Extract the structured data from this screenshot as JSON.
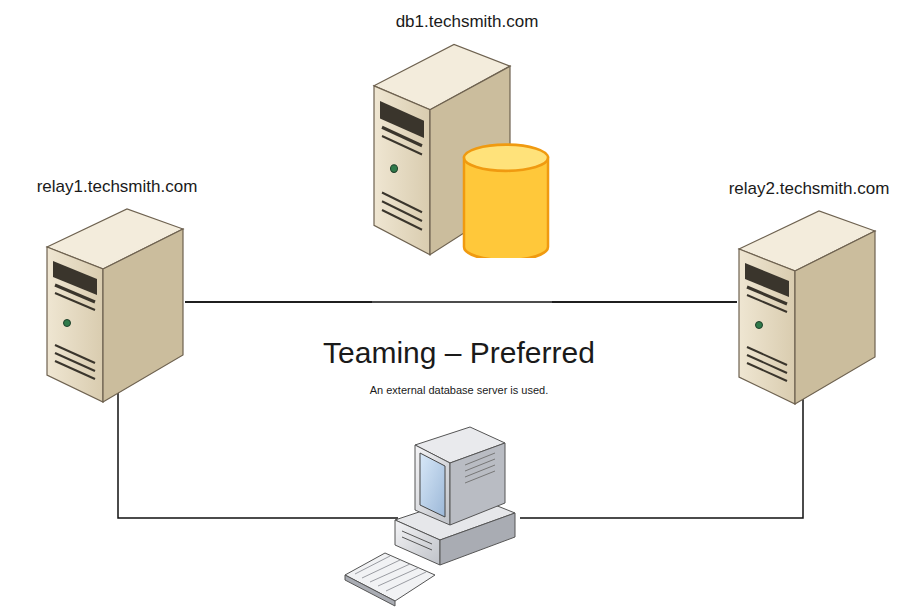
{
  "diagram": {
    "title": "Teaming – Preferred",
    "caption": "An external database server is used.",
    "nodes": [
      {
        "text": [
          "db1.techsmith.com"
        ]
      },
      {
        "text": [
          "relay1.techsmith.com"
        ]
      },
      {
        "text": [
          "relay2.techsmith.com"
        ]
      }
    ],
    "edges": [
      {
        "from": 0,
        "to": 1,
        "arrow": "none"
      },
      {
        "from": 0,
        "to": 2,
        "arrow": "none"
      },
      {
        "from": 1,
        "to": 2,
        "arrow": "none"
      }
    ]
  }
}
